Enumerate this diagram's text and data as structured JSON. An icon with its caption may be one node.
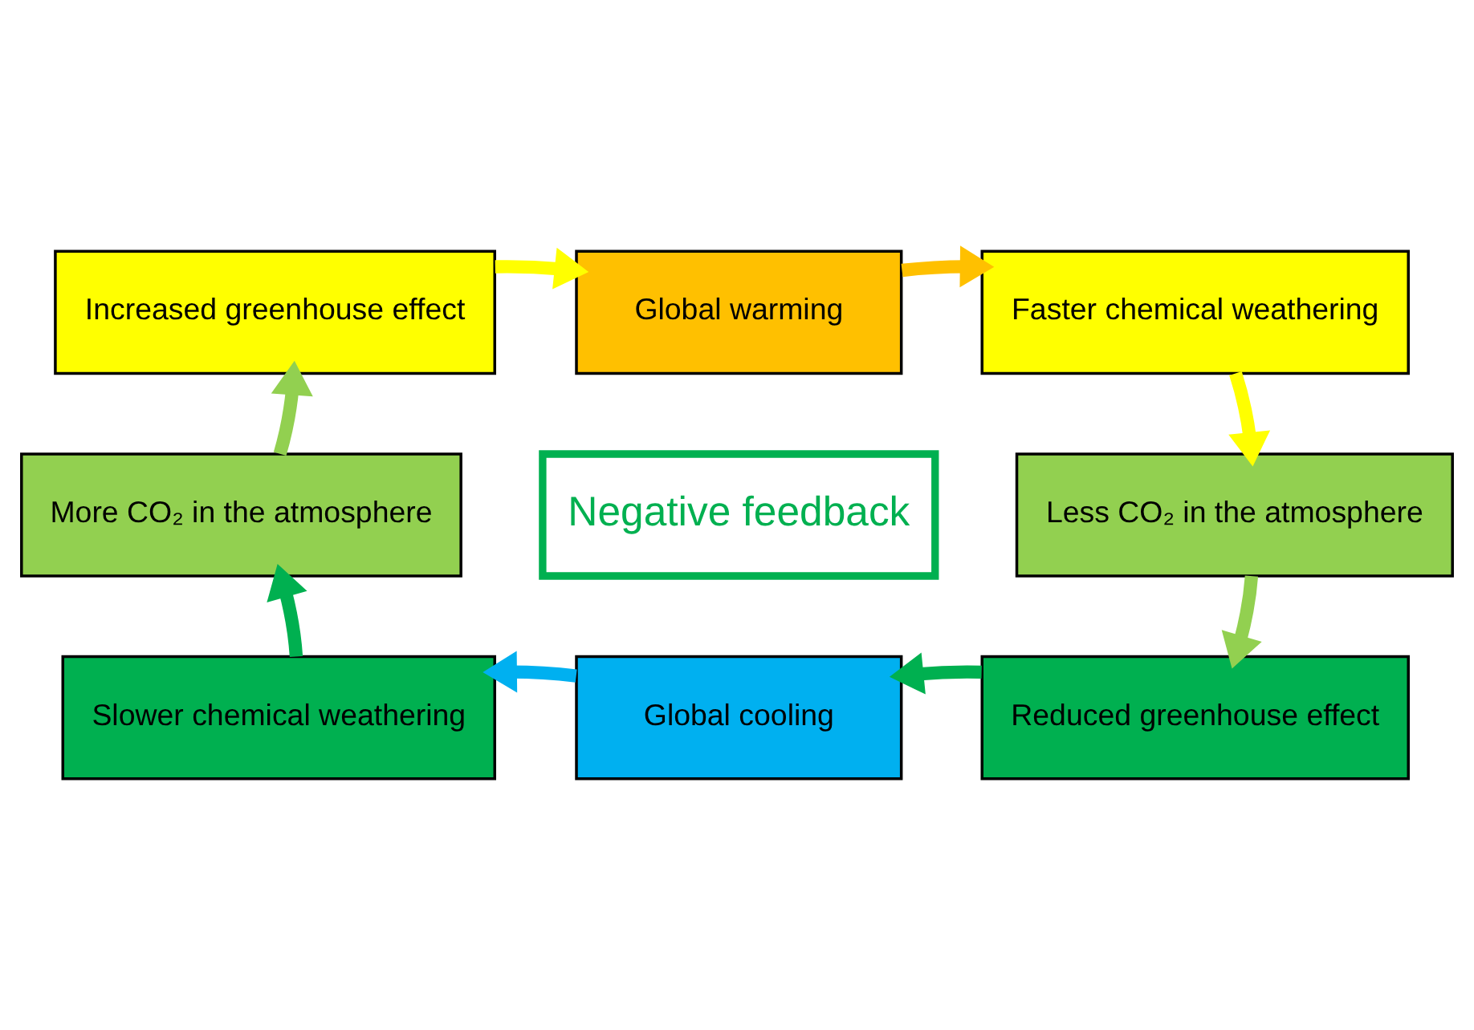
{
  "diagram": {
    "nodes": [
      {
        "text": [
          "Increased greenhouse effect"
        ]
      },
      {
        "text": [
          "Global warming"
        ]
      },
      {
        "text": [
          "Faster chemical weathering"
        ]
      },
      {
        "text": [
          "Less CO₂ in the atmosphere"
        ]
      },
      {
        "text": [
          "Reduced greenhouse effect"
        ]
      },
      {
        "text": [
          "Global cooling"
        ]
      },
      {
        "text": [
          "Slower chemical weathering"
        ]
      },
      {
        "text": [
          "More CO₂ in the atmosphere"
        ]
      },
      {
        "text": [
          "Negative feedback"
        ]
      }
    ],
    "edges": [
      {
        "from": 0,
        "to": 1,
        "arrow": "to",
        "color": "#ffff00"
      },
      {
        "from": 1,
        "to": 2,
        "arrow": "to",
        "color": "#ffc000"
      },
      {
        "from": 2,
        "to": 3,
        "arrow": "to",
        "color": "#ffff00"
      },
      {
        "from": 3,
        "to": 4,
        "arrow": "to",
        "color": "#92d050"
      },
      {
        "from": 4,
        "to": 5,
        "arrow": "to",
        "color": "#00b050"
      },
      {
        "from": 5,
        "to": 6,
        "arrow": "to",
        "color": "#00b0f0"
      },
      {
        "from": 6,
        "to": 7,
        "arrow": "to",
        "color": "#00b050"
      },
      {
        "from": 7,
        "to": 0,
        "arrow": "to",
        "color": "#92d050"
      }
    ]
  }
}
